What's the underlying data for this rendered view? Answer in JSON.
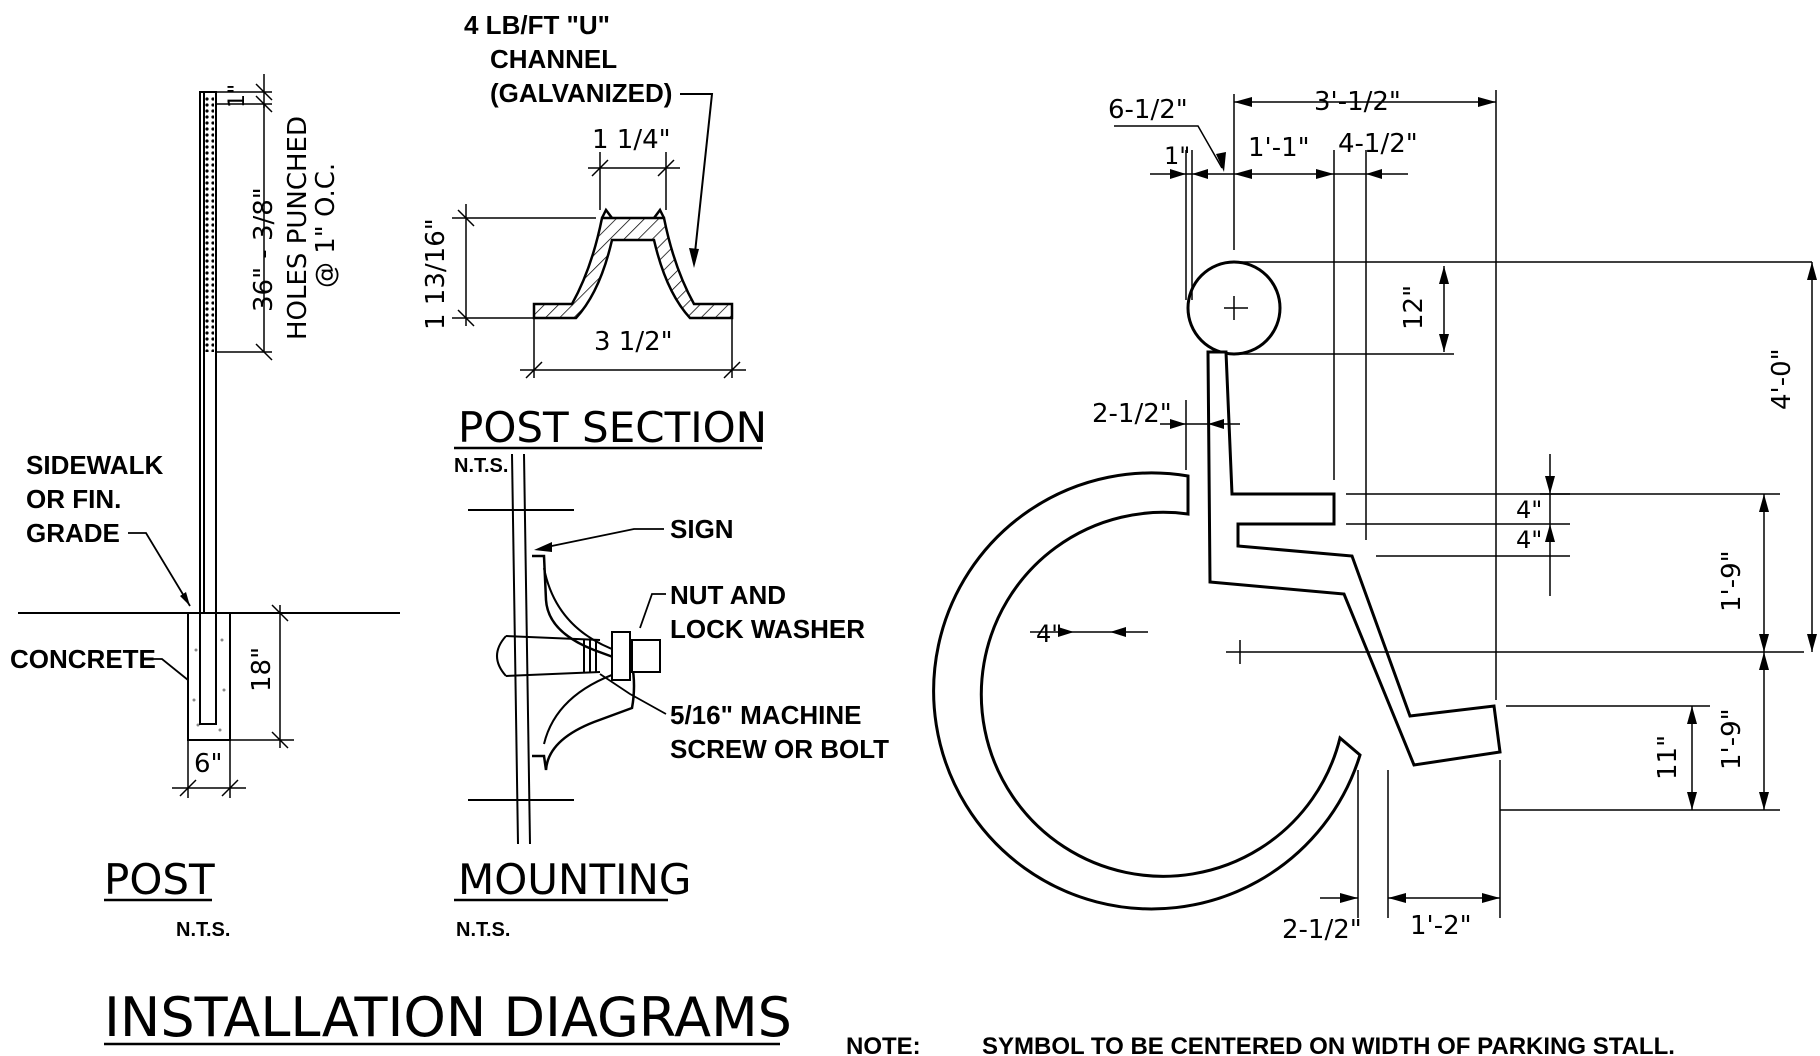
{
  "sheet_title": "INSTALLATION DIAGRAMS",
  "note": {
    "label": "NOTE:",
    "text": "SYMBOL TO BE CENTERED ON WIDTH OF PARKING STALL."
  },
  "post": {
    "title": "POST",
    "scale": "N.T.S.",
    "dim_top": "1\"",
    "dim_holes": "36\" - 3/8\"",
    "holes_line1": "HOLES PUNCHED",
    "holes_line2": "@ 1\" O.C.",
    "grade_line1": "SIDEWALK",
    "grade_line2": "OR FIN.",
    "grade_line3": "GRADE",
    "concrete": "CONCRETE",
    "dim_depth": "18\"",
    "dim_width": "6\""
  },
  "post_section": {
    "title": "POST SECTION",
    "scale": "N.T.S.",
    "channel_line1": "4 LB/FT \"U\"",
    "channel_line2": "CHANNEL",
    "channel_line3": "(GALVANIZED)",
    "dim_top": "1 1/4\"",
    "dim_height": "1 13/16\"",
    "dim_base": "3 1/2\""
  },
  "mounting": {
    "title": "MOUNTING",
    "scale": "N.T.S.",
    "sign": "SIGN",
    "nut_line1": "NUT AND",
    "nut_line2": "LOCK WASHER",
    "screw_line1": "5/16\" MACHINE",
    "screw_line2": "SCREW OR BOLT"
  },
  "symbol": {
    "dim_6_5": "6-1/2\"",
    "dim_3_05": "3'-1/2\"",
    "dim_1in": "1\"",
    "dim_1_1": "1'-1\"",
    "dim_4_5": "4-1/2\"",
    "dim_12": "12\"",
    "dim_4_0": "4'-0\"",
    "dim_2_5_top": "2-1/2\"",
    "dim_4a": "4\"",
    "dim_4b": "4\"",
    "dim_1_9a": "1'-9\"",
    "dim_4_left": "4\"",
    "dim_1_9b": "1'-9\"",
    "dim_11": "11\"",
    "dim_2_5_bottom": "2-1/2\"",
    "dim_1_2": "1'-2\""
  }
}
